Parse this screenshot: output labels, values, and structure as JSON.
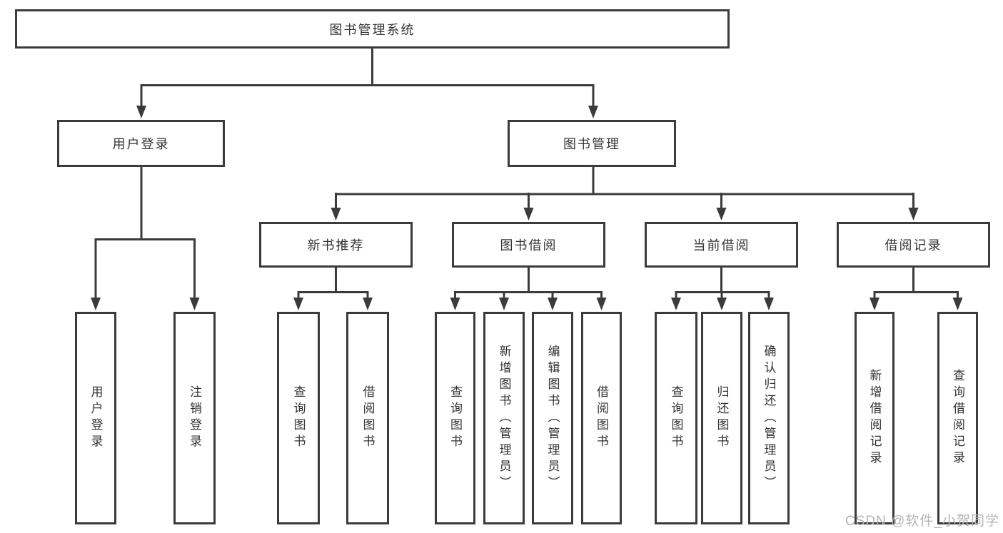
{
  "tree": {
    "root": "图书管理系统",
    "branches": [
      {
        "label": "用户登录",
        "children": [
          "用户登录",
          "注销登录"
        ]
      },
      {
        "label": "图书管理",
        "groups": [
          {
            "label": "新书推荐",
            "children": [
              "查询图书",
              "借阅图书"
            ]
          },
          {
            "label": "图书借阅",
            "children": [
              "查询图书",
              "新增图书（管理员）",
              "编辑图书（管理员）",
              "借阅图书"
            ]
          },
          {
            "label": "当前借阅",
            "children": [
              "查询图书",
              "归还图书",
              "确认归还（管理员）"
            ]
          },
          {
            "label": "借阅记录",
            "children": [
              "新增借阅记录",
              "查询借阅记录"
            ]
          }
        ]
      }
    ]
  },
  "watermark": "CSDN @软件_小贺同学",
  "colors": {
    "line": "#3b3b3b",
    "text": "#333333",
    "background": "#ffffff",
    "watermark": "#b5b5b5"
  }
}
